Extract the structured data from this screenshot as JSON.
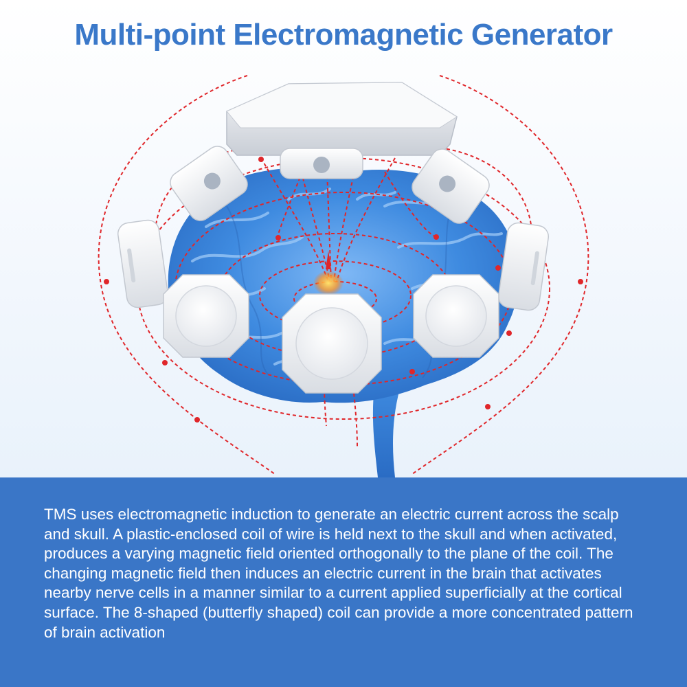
{
  "title": "Multi-point Electromagnetic Generator",
  "description": "TMS uses electromagnetic induction to generate an electric current across the scalp and skull. A plastic-enclosed coil of wire is held next to the skull and when activated, produces a varying magnetic field oriented orthogonally to the plane of the coil. The changing magnetic field then induces an electric current in the brain that activates nearby nerve cells in a manner similar to a current applied superficially at the cortical surface. The 8-shaped (butterfly shaped) coil can provide a more concentrated pattern of brain activation",
  "colors": {
    "title": "#3a78c9",
    "panel": "#3a76c7",
    "brain": "#3f8be0",
    "field_lines": "#e0262a",
    "device": "#f3f4f6"
  },
  "icons": [
    "brain-illustration",
    "headset-top-unit",
    "coil-pad"
  ]
}
